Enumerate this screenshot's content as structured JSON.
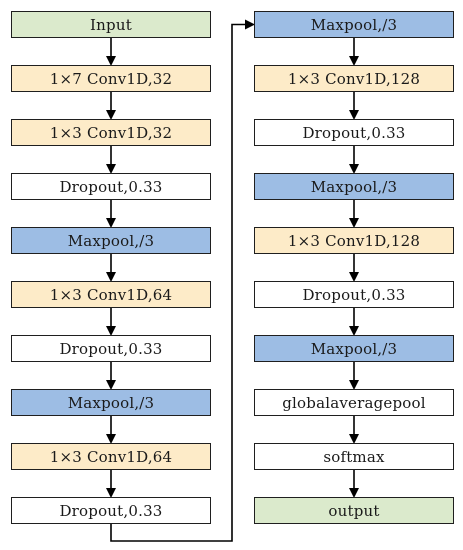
{
  "colors": {
    "io": "#dbeacc",
    "conv": "#fdebc8",
    "dropout": "#ffffff",
    "maxpool": "#9dbde4",
    "border": "#1f1f1f",
    "arrow": "#000000"
  },
  "nodes": [
    {
      "id": "n1",
      "label": "Input",
      "kind": "io"
    },
    {
      "id": "n2",
      "label": "1×7 Conv1D,32",
      "kind": "conv"
    },
    {
      "id": "n3",
      "label": "1×3 Conv1D,32",
      "kind": "conv"
    },
    {
      "id": "n4",
      "label": "Dropout,0.33",
      "kind": "dropout"
    },
    {
      "id": "n5",
      "label": "Maxpool,/3",
      "kind": "maxpool"
    },
    {
      "id": "n6",
      "label": "1×3 Conv1D,64",
      "kind": "conv"
    },
    {
      "id": "n7",
      "label": "Dropout,0.33",
      "kind": "dropout"
    },
    {
      "id": "n8",
      "label": "Maxpool,/3",
      "kind": "maxpool"
    },
    {
      "id": "n9",
      "label": "1×3 Conv1D,64",
      "kind": "conv"
    },
    {
      "id": "n10",
      "label": "Dropout,0.33",
      "kind": "dropout"
    },
    {
      "id": "n11",
      "label": "Maxpool,/3",
      "kind": "maxpool"
    },
    {
      "id": "n12",
      "label": "1×3 Conv1D,128",
      "kind": "conv"
    },
    {
      "id": "n13",
      "label": "Dropout,0.33",
      "kind": "dropout"
    },
    {
      "id": "n14",
      "label": "Maxpool,/3",
      "kind": "maxpool"
    },
    {
      "id": "n15",
      "label": "1×3 Conv1D,128",
      "kind": "conv"
    },
    {
      "id": "n16",
      "label": "Dropout,0.33",
      "kind": "dropout"
    },
    {
      "id": "n17",
      "label": "Maxpool,/3",
      "kind": "maxpool"
    },
    {
      "id": "n18",
      "label": "globalaveragepool",
      "kind": "dropout"
    },
    {
      "id": "n19",
      "label": "softmax",
      "kind": "dropout"
    },
    {
      "id": "n20",
      "label": "output",
      "kind": "io"
    }
  ],
  "edges": [
    [
      "n1",
      "n2"
    ],
    [
      "n2",
      "n3"
    ],
    [
      "n3",
      "n4"
    ],
    [
      "n4",
      "n5"
    ],
    [
      "n5",
      "n6"
    ],
    [
      "n6",
      "n7"
    ],
    [
      "n7",
      "n8"
    ],
    [
      "n8",
      "n9"
    ],
    [
      "n9",
      "n10"
    ],
    [
      "n10",
      "n11"
    ],
    [
      "n11",
      "n12"
    ],
    [
      "n12",
      "n13"
    ],
    [
      "n13",
      "n14"
    ],
    [
      "n14",
      "n15"
    ],
    [
      "n15",
      "n16"
    ],
    [
      "n16",
      "n17"
    ],
    [
      "n17",
      "n18"
    ],
    [
      "n18",
      "n19"
    ],
    [
      "n19",
      "n20"
    ]
  ]
}
